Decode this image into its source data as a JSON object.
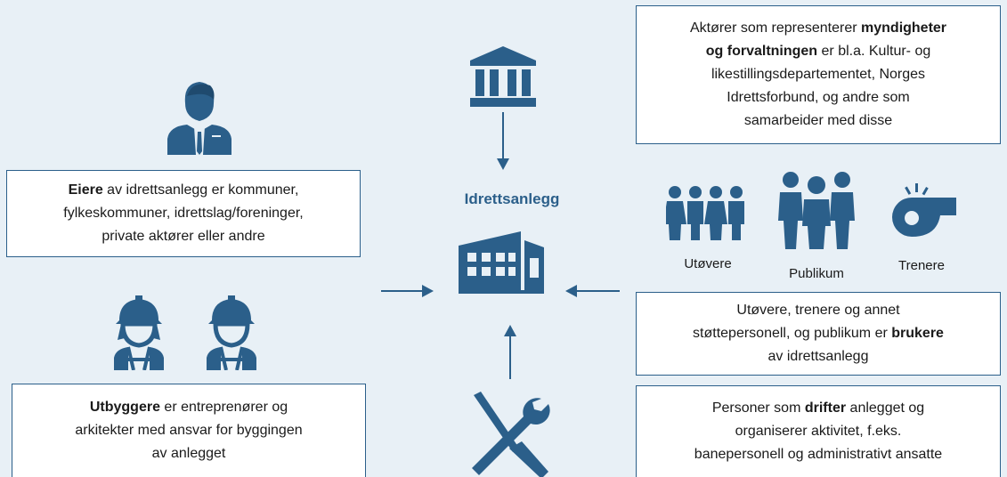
{
  "center_title": "Idrettsanlegg",
  "owners": {
    "bold": "Eiere",
    "rest_line1": " av idrettsanlegg er kommuner,",
    "line2": "fylkeskommuner, idrettslag/foreninger,",
    "line3": "private aktører eller andre"
  },
  "builders": {
    "bold": "Utbyggere",
    "rest_line1": " er entreprenører og",
    "line2": "arkitekter med ansvar for byggingen",
    "line3": "av anlegget"
  },
  "authorities": {
    "line1_pre": "Aktører som representerer ",
    "line1_bold": "myndigheter",
    "line2_bold": "og forvaltningen",
    "line2_post": " er bl.a. Kultur- og",
    "line3": "likestillingsdepartementet, Norges",
    "line4": "Idrettsforbund, og andre som",
    "line5": "samarbeider med disse"
  },
  "users": {
    "line1": "Utøvere, trenere og annet",
    "line2_pre": "støttepersonell, og publikum er ",
    "line2_bold": "brukere",
    "line3": "av idrettsanlegg"
  },
  "operators": {
    "line1_pre": "Personer som ",
    "line1_bold": "drifter",
    "line1_post": " anlegget og",
    "line2": "organiserer aktivitet, f.eks.",
    "line3": "banepersonell og administrativt ansatte"
  },
  "user_labels": {
    "athletes": "Utøvere",
    "audience": "Publikum",
    "coaches": "Trenere"
  },
  "colors": {
    "accent": "#2b5f8a",
    "background": "#e8f0f6"
  }
}
